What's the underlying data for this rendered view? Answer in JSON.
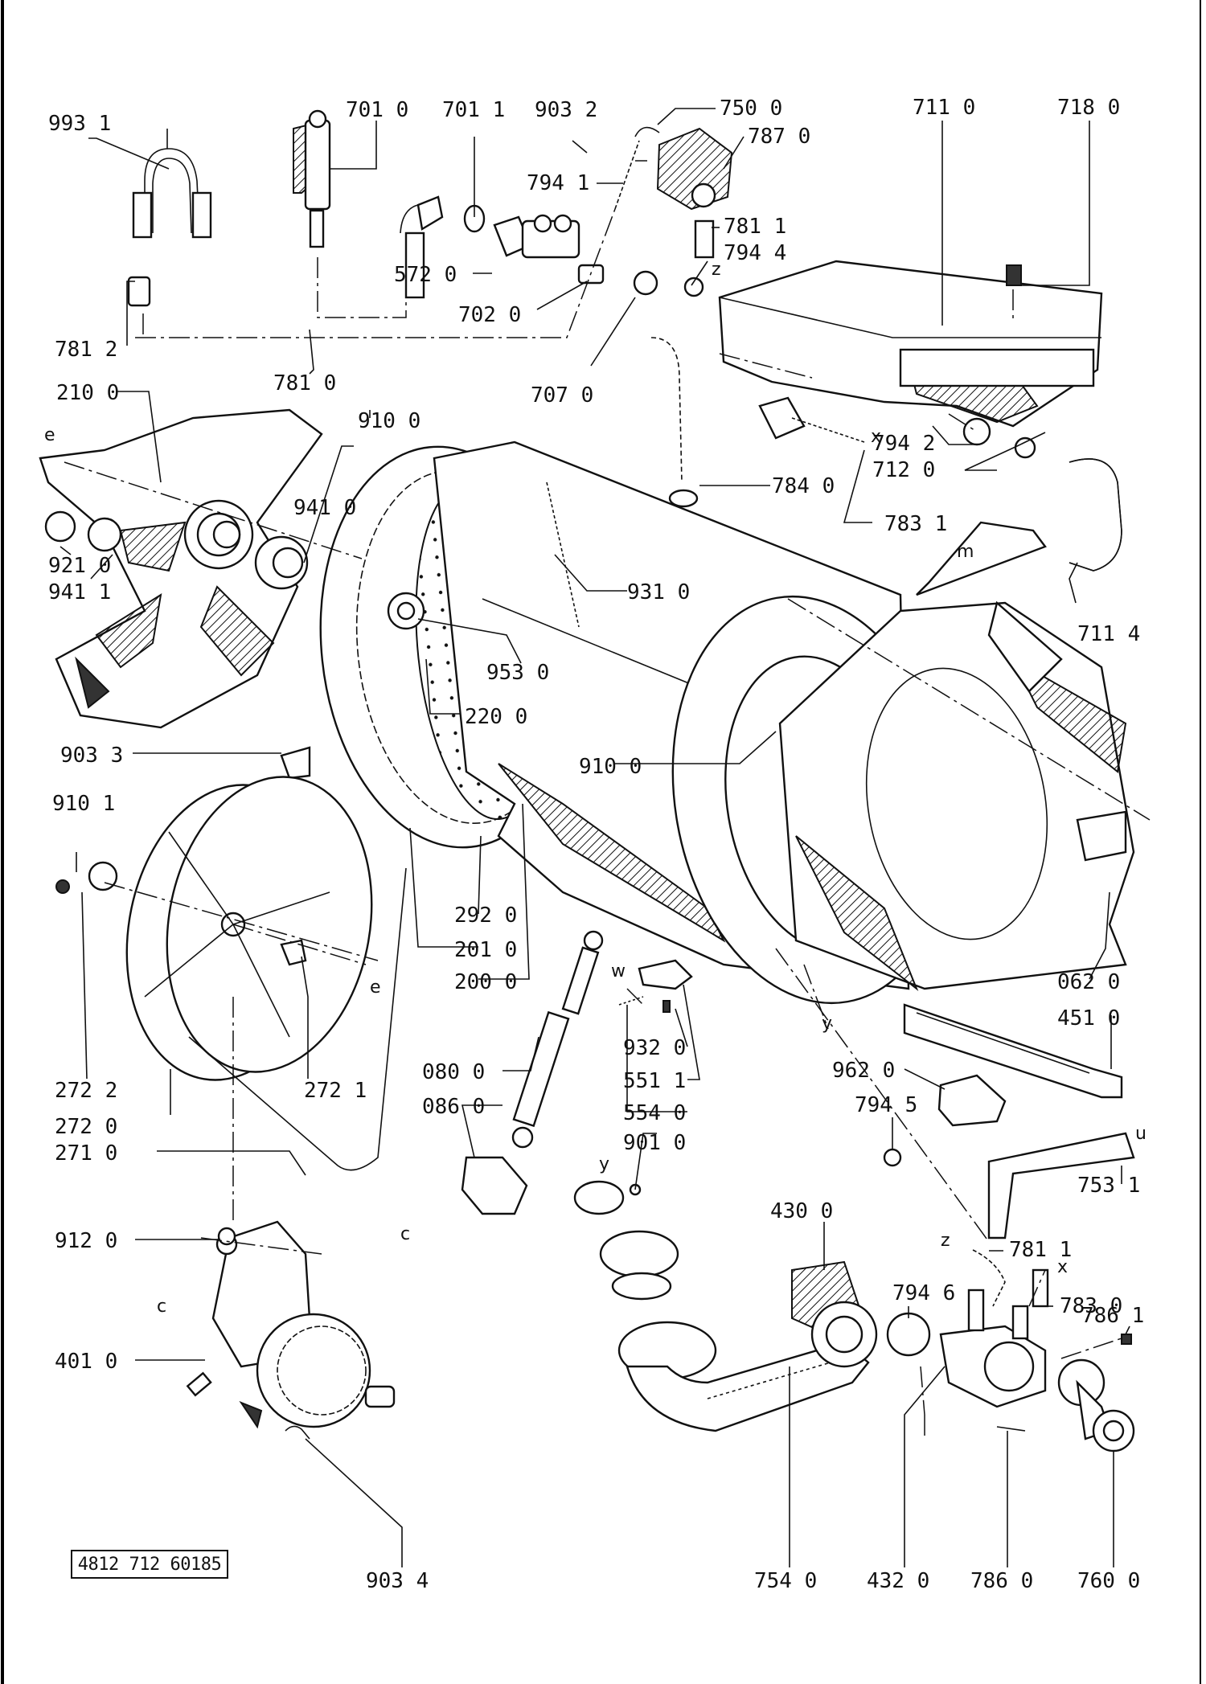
{
  "document_number": "4812 712 60185",
  "callouts": [
    "993 1",
    "701 0",
    "701 1",
    "903 2",
    "750 0",
    "787 0",
    "711 0",
    "718 0",
    "794 1",
    "781 1",
    "794 4",
    "572 0",
    "702 0",
    "781 2",
    "781 0",
    "707 0",
    "210 0",
    "910 0",
    "941 0",
    "921 0",
    "941 1",
    "784 0",
    "794 2",
    "712 0",
    "783 1",
    "711 4",
    "931 0",
    "953 0",
    "220 0",
    "910 0",
    "903 3",
    "910 1",
    "292 0",
    "201 0",
    "200 0",
    "062 0",
    "451 0",
    "272 2",
    "272 1",
    "272 0",
    "932 0",
    "551 1",
    "554 0",
    "901 0",
    "080 0",
    "086 0",
    "962 0",
    "794 5",
    "271 0",
    "753 1",
    "912 0",
    "430 0",
    "781 1",
    "794 6",
    "783 0",
    "786 1",
    "401 0",
    "903 4",
    "754 0",
    "432 0",
    "786 0",
    "760 0"
  ],
  "letters": [
    "e",
    "x",
    "m",
    "e",
    "y",
    "w",
    "c",
    "y",
    "u",
    "z",
    "z",
    "c",
    "x"
  ]
}
